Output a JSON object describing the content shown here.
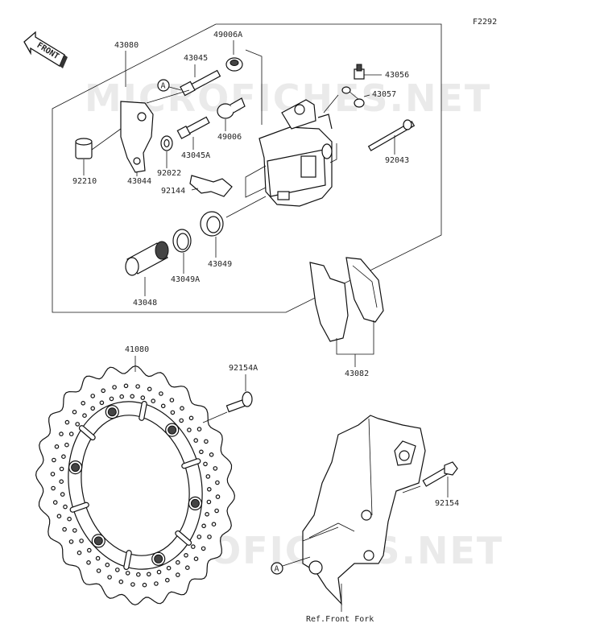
{
  "figure_code": "F2292",
  "front_arrow": {
    "label": "FRONT"
  },
  "watermark": "MICROFICHES.NET",
  "callout_letter": "A",
  "labels": {
    "p43080": "43080",
    "p49006A": "49006A",
    "p43045": "43045",
    "p43056": "43056",
    "p43057": "43057",
    "p49006": "49006",
    "p43045A": "43045A",
    "p92210": "92210",
    "p43044": "43044",
    "p92022": "92022",
    "p92144": "92144",
    "p92043": "92043",
    "p43049": "43049",
    "p43049A": "43049A",
    "p43048": "43048",
    "p43082": "43082",
    "p41080": "41080",
    "p92154A": "92154A",
    "p92154": "92154",
    "ref_front_fork": "Ref.Front Fork"
  }
}
